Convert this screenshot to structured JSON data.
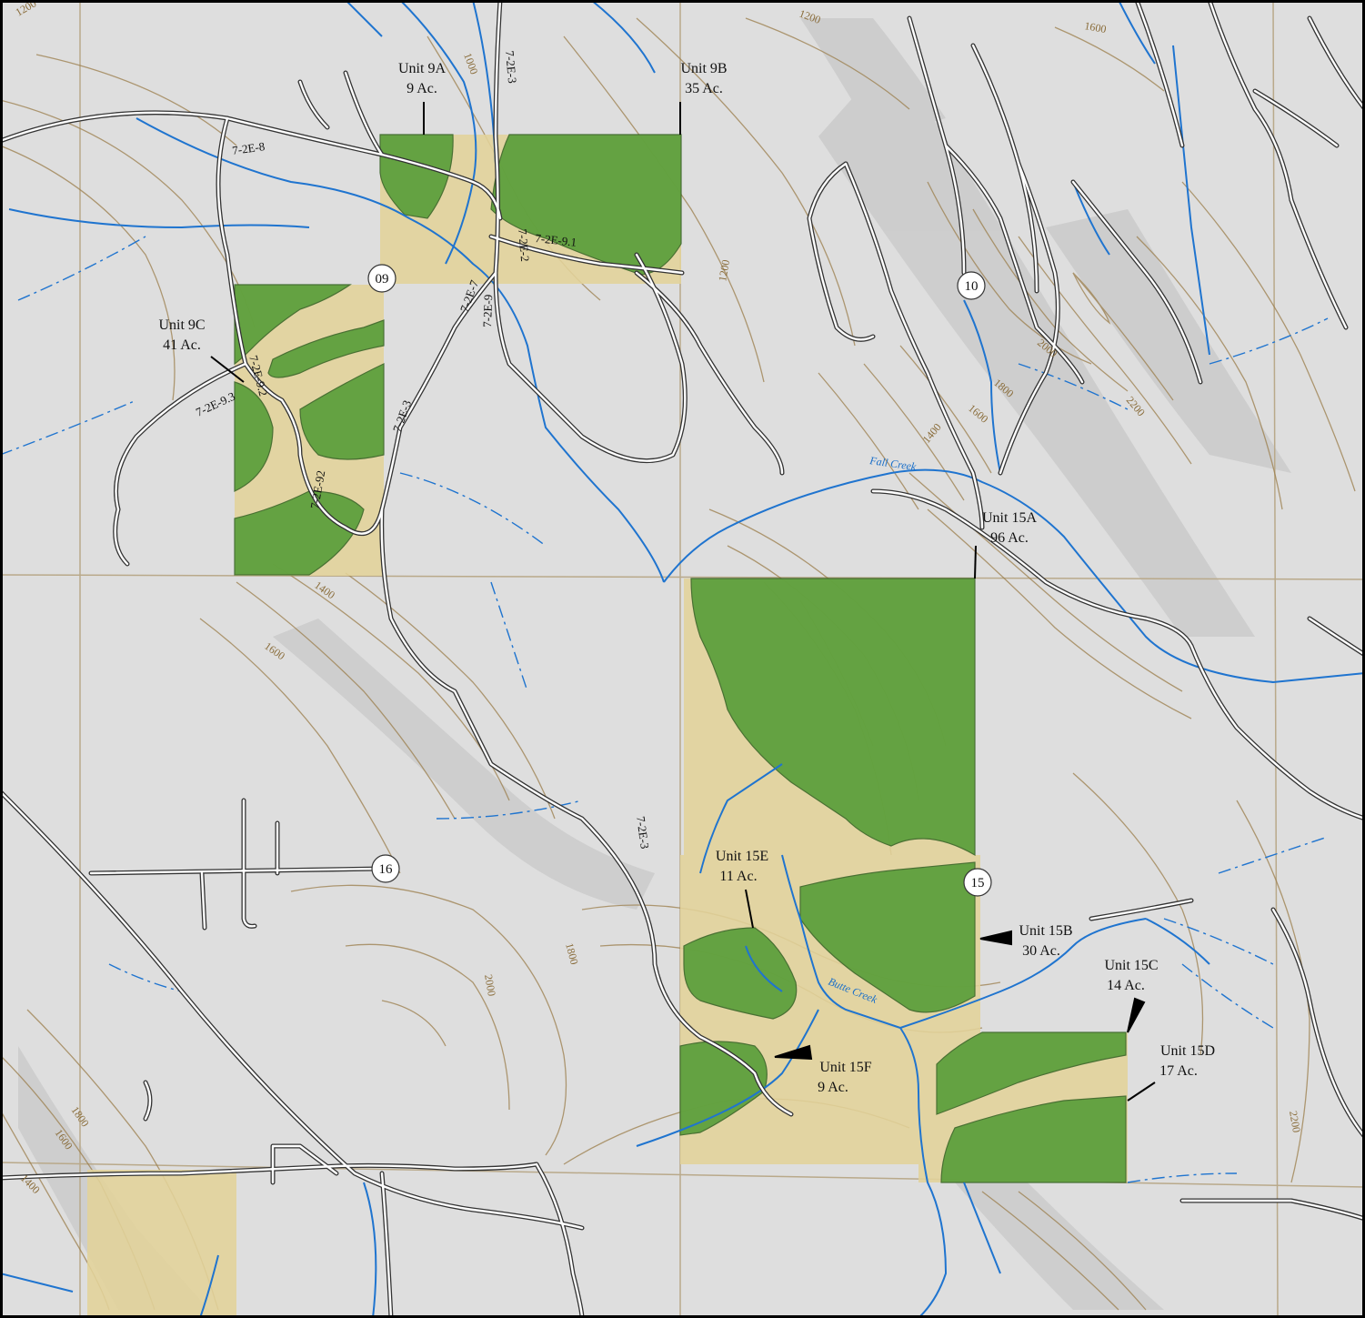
{
  "colors": {
    "terrain": "#dcdcdc",
    "unit_fill": "#4f9a32",
    "buffer_fill": "#e3d39a",
    "stream": "#1f74cf",
    "road_outline": "#333333",
    "road_fill": "#ffffff",
    "contour": "#9b7d4a",
    "section_line": "#b9a98a",
    "frame": "#000000"
  },
  "units": [
    {
      "id": "9a",
      "name": "Unit 9A",
      "acres": "9 Ac."
    },
    {
      "id": "9b",
      "name": "Unit 9B",
      "acres": "35 Ac."
    },
    {
      "id": "9c",
      "name": "Unit 9C",
      "acres": "41 Ac."
    },
    {
      "id": "15a",
      "name": "Unit 15A",
      "acres": "96 Ac."
    },
    {
      "id": "15b",
      "name": "Unit 15B",
      "acres": "30 Ac."
    },
    {
      "id": "15c",
      "name": "Unit 15C",
      "acres": "14 Ac."
    },
    {
      "id": "15d",
      "name": "Unit 15D",
      "acres": "17 Ac."
    },
    {
      "id": "15e",
      "name": "Unit 15E",
      "acres": "11 Ac."
    },
    {
      "id": "15f",
      "name": "Unit 15F",
      "acres": "9 Ac."
    }
  ],
  "sections": [
    "09",
    "10",
    "15",
    "16"
  ],
  "roads": {
    "r_7_2e_8": "7-2E-8",
    "r_7_2e_3_top": "7-2E-3",
    "r_7_2e_9_1": "7-2E-9.1",
    "r_7_2e_9_a": "7-2E-9",
    "r_7_2e_2": "7-2E-2",
    "r_7_2e_7": "7-2E-7",
    "r_7_2e_9_3": "7-2E-9.3",
    "r_7_2e_9_2": "7-2E-9.2",
    "r_7_2e_3_mid": "7-2E-3",
    "r_7_2e_92": "7-2E-92",
    "r_7_2e_3_low": "7-2E-3"
  },
  "creeks": {
    "fall": "Fall Creek",
    "butte": "Butte Creek"
  },
  "contours": {
    "c1200_tl": "1200",
    "c1000": "1000",
    "c1200_top": "1200",
    "c1600_tr": "1600",
    "c1200_mid": "1200",
    "c2000_r": "2000",
    "c1800_r": "1800",
    "c1600_r": "1600",
    "c1400_r": "1400",
    "c2200_r": "2200",
    "c1400_l": "1400",
    "c1600_l": "1600",
    "c1800_b": "1800",
    "c2000_b": "2000",
    "c1800_bl": "1800",
    "c1600_bl": "1600",
    "c1400_bl": "1400",
    "c2200_br": "2200"
  }
}
